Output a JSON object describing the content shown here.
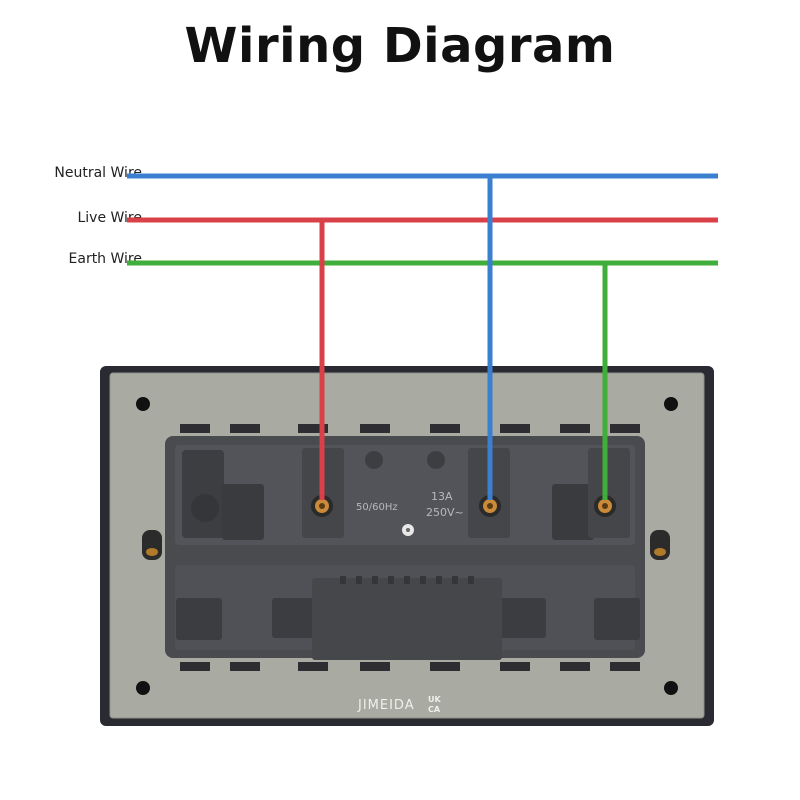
{
  "title": "Wiring Diagram",
  "wires": [
    {
      "label": "Neutral Wire",
      "color": "#3b7fd0"
    },
    {
      "label": "Live Wire",
      "color": "#d94047"
    },
    {
      "label": "Earth Wire",
      "color": "#3fae3a"
    }
  ],
  "socket": {
    "brand": "JIMEIDA",
    "mark": "UK CA",
    "rating_freq": "50/60Hz",
    "rating_current": "13A",
    "rating_voltage": "250V~",
    "plate_color": "#a9aaa1",
    "frame_color": "#2a2a33",
    "body_color": "#4a4b4f"
  }
}
